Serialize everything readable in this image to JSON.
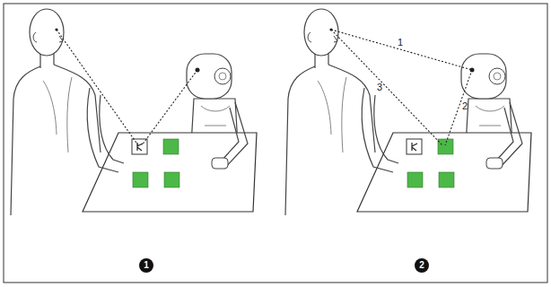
{
  "diagram": {
    "nodes": [
      {
        "text": [
          "1"
        ]
      },
      {
        "text": [
          "2"
        ]
      }
    ],
    "labels": [
      "1",
      "2",
      "3"
    ]
  }
}
